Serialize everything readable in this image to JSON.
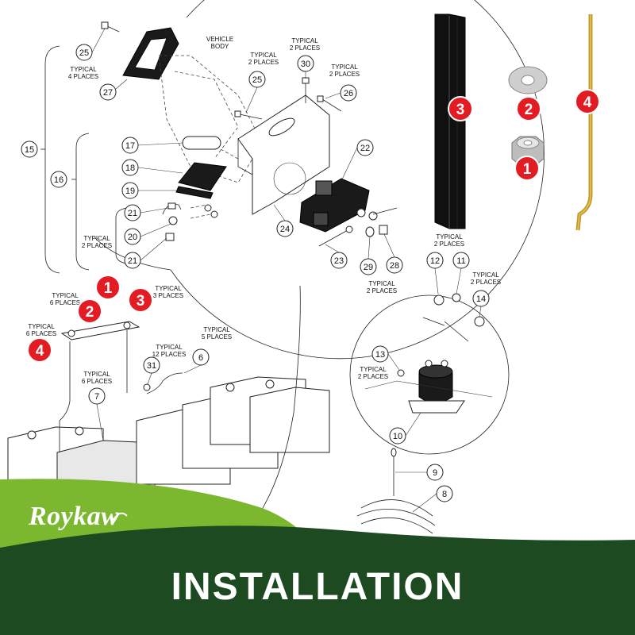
{
  "brand": {
    "logo_text": "Roykaw"
  },
  "banner": {
    "title": "INSTALLATION"
  },
  "callouts": [
    "25",
    "27",
    "30",
    "25",
    "26",
    "15",
    "16",
    "17",
    "18",
    "19",
    "21",
    "20",
    "21",
    "22",
    "24",
    "23",
    "29",
    "28",
    "31",
    "6",
    "7",
    "12",
    "11",
    "14",
    "13",
    "10",
    "9",
    "8"
  ],
  "notes": {
    "vehicle_body": [
      "VEHICLE",
      "BODY"
    ],
    "typ4": [
      "TYPICAL",
      "4 PLACES"
    ],
    "typ2": [
      "TYPICAL",
      "2 PLACES"
    ],
    "typ3": [
      "TYPICAL",
      "3 PLACES"
    ],
    "typ5": [
      "TYPICAL",
      "5 PLACES"
    ],
    "typ6": [
      "TYPICAL",
      "6 PLACES"
    ],
    "typ12": [
      "TYPICAL",
      "12 PLACES"
    ]
  },
  "badges": [
    "1",
    "2",
    "3",
    "4"
  ],
  "colors": {
    "badge": "#e31b23",
    "banner_green": "#1d4a20",
    "leaf_green": "#7cb82f"
  }
}
